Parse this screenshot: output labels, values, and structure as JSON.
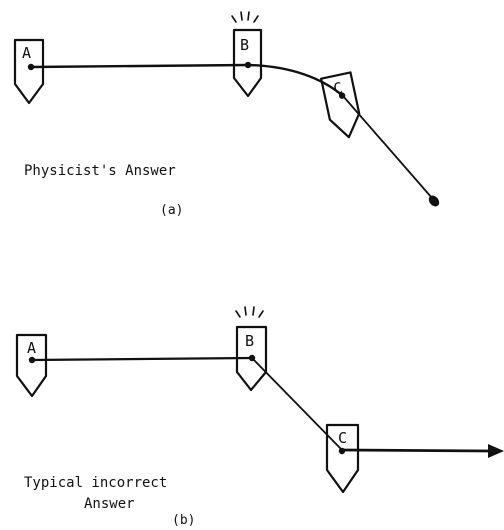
{
  "panel_a": {
    "caption": "Physicist's Answer",
    "sublabel": "(a)",
    "markers": [
      "A",
      "B",
      "C"
    ]
  },
  "panel_b": {
    "caption_line1": "Typical incorrect",
    "caption_line2": "Answer",
    "sublabel": "(b)",
    "markers": [
      "A",
      "B",
      "C"
    ]
  }
}
